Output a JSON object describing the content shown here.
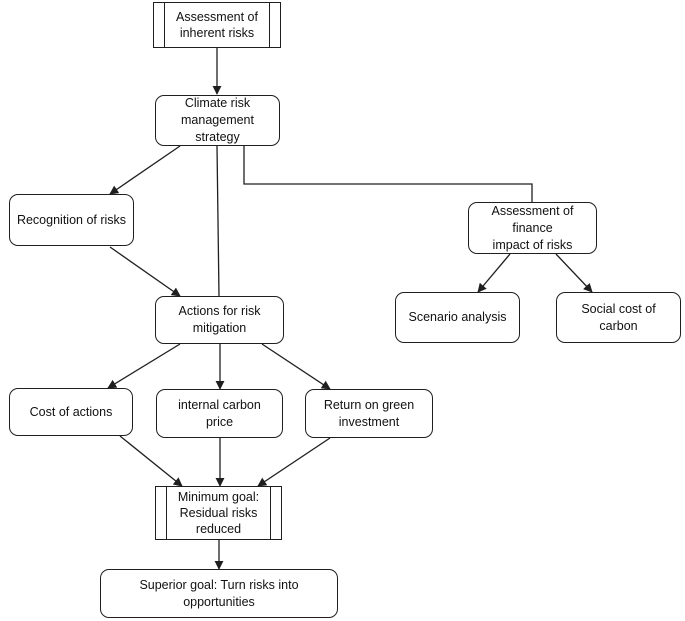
{
  "nodes": {
    "inherent": "Assessment of\ninherent risks",
    "strategy": "Climate risk\nmanagement strategy",
    "recognition": "Recognition of risks",
    "finance": "Assessment of finance\nimpact of risks",
    "actions": "Actions for risk\nmitigation",
    "scenario": "Scenario analysis",
    "social_cost": "Social cost of carbon",
    "cost_actions": "Cost of actions",
    "carbon_price": "internal carbon price",
    "return_green": "Return on green\ninvestment",
    "minimum_goal": "Minimum goal:\nResidual risks\nreduced",
    "superior_goal": "Superior goal: Turn risks into opportunities"
  },
  "colors": {
    "shadow": "#c5d5ee",
    "line": "#1f1f1f"
  }
}
